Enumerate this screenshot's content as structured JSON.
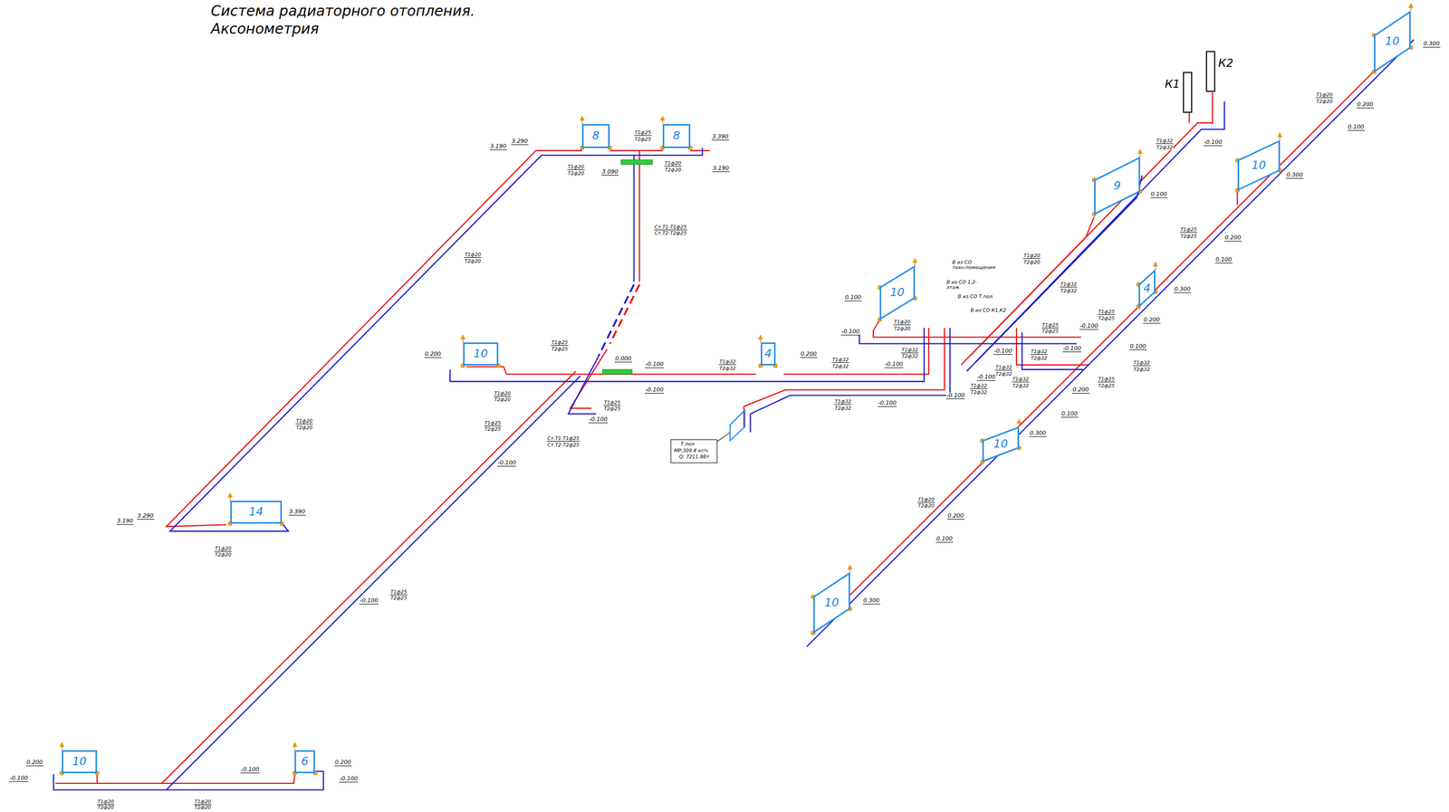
{
  "diagram": {
    "title": "Система радиаторного отопления. Аксонометрия",
    "nodes": [
      {
        "text": [
          "8"
        ]
      },
      {
        "text": [
          "8"
        ]
      },
      {
        "text": [
          "10"
        ]
      },
      {
        "text": [
          "4"
        ]
      },
      {
        "text": [
          "14"
        ]
      },
      {
        "text": [
          "10"
        ]
      },
      {
        "text": [
          "6"
        ]
      },
      {
        "text": [
          "10"
        ]
      },
      {
        "text": [
          "9"
        ]
      },
      {
        "text": [
          "4"
        ]
      },
      {
        "text": [
          "10"
        ]
      },
      {
        "text": [
          "10"
        ]
      },
      {
        "text": [
          "10"
        ]
      },
      {
        "text": [
          "10"
        ]
      },
      {
        "text": [
          "К1"
        ]
      },
      {
        "text": [
          "К2"
        ]
      }
    ],
    "labels": [
      "3.290",
      "3.190",
      "Т1ф25",
      "Т2ф25",
      "3.390",
      "Т1ф20",
      "Т2ф20",
      "Т1ф20",
      "Т2ф20",
      "3.190",
      "3.090",
      "Ст.Т1-Т1ф25",
      "Ст.Т2-Т2ф25",
      "Т1ф20",
      "Т2ф20",
      "0.200",
      "Т1ф25",
      "Т2ф25",
      "0.000",
      "-0.100",
      "Т1ф32",
      "Т2ф32",
      "0.200",
      "Т1ф32",
      "Т2ф32",
      "-0.100",
      "-0.100",
      "Т1ф20",
      "Т2ф20",
      "Т1ф25",
      "Т2ф25",
      "-0.100",
      "Т1ф32",
      "Т2ф32",
      "-0.100",
      "Т1ф20",
      "Т2ф20",
      "Т1ф25",
      "Т2ф25",
      "Ст.Т1-Т1ф25",
      "Ст.Т2-Т2ф25",
      "-0.100",
      "3.290",
      "3.190",
      "3.390",
      "Т1ф20",
      "Т2ф20",
      "Т1ф25",
      "Т2ф25",
      "-0.100",
      "0.200",
      "-0.100",
      "-0.100",
      "0.200",
      "-0.100",
      "Т1ф20",
      "Т2ф20",
      "Т1ф20",
      "Т2ф20",
      "В из СО техн.помещения",
      "В из СО 1,2-этаж",
      "В из СО Т.пол",
      "В из СО К1,К2",
      "0.100",
      "-0.100",
      "Т1ф20",
      "Т2ф20",
      "Т1ф32",
      "Т2ф32",
      "-0.100",
      "Т1ф32",
      "Т2ф32",
      "-0.100",
      "Т1ф32",
      "Т2ф32",
      "-0.100",
      "Т1ф25",
      "Т2ф25",
      "-0.100",
      "Т1ф32",
      "Т2ф32",
      "-0.100",
      "Т1ф32",
      "Т2ф32",
      "Т.пол",
      "MP:309.4 кг/ч",
      "Q: 7211.8Вт",
      "Т1ф20",
      "Т2ф20",
      "Т1ф32",
      "Т2ф32",
      "Т1ф32",
      "Т2ф32",
      "-0.100",
      "0.100",
      "0.300",
      "Т1ф20",
      "Т2ф20",
      "0.200",
      "0.100",
      "0.300",
      "Т1ф25",
      "Т2ф25",
      "0.200",
      "0.100",
      "0.300",
      "Т1ф25",
      "Т2ф25",
      "0.200",
      "0.100",
      "Т1ф32",
      "Т2ф32",
      "Т1ф25",
      "Т2ф25",
      "0.200",
      "0.100",
      "0.300",
      "Т1ф20",
      "Т2ф20",
      "0.200",
      "0.100",
      "0.300"
    ]
  }
}
